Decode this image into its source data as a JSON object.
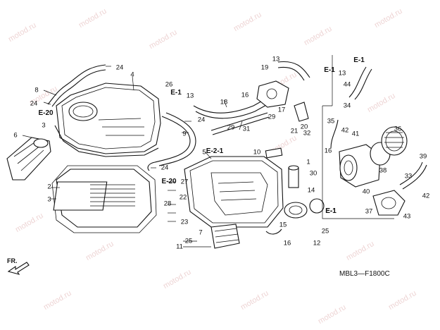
{
  "diagram_code": "MBL3—F1800C",
  "front_label": "FR.",
  "watermark": "motod.ru",
  "colors": {
    "line": "#111111",
    "background": "#ffffff",
    "watermark": "#d9a0a0"
  },
  "ref_labels": [
    "E-1",
    "E-1",
    "E-1",
    "E-1",
    "E-2-1",
    "E-20",
    "E-20",
    "E-1"
  ],
  "callouts": [
    "1",
    "2",
    "3",
    "3",
    "4",
    "5",
    "6",
    "7",
    "8",
    "9",
    "10",
    "11",
    "12",
    "13",
    "13",
    "13",
    "14",
    "15",
    "16",
    "16",
    "16",
    "17",
    "18",
    "19",
    "20",
    "21",
    "22",
    "23",
    "24",
    "24",
    "24",
    "24",
    "25",
    "25",
    "26",
    "27",
    "28",
    "29",
    "29",
    "30",
    "31",
    "32",
    "33",
    "34",
    "35",
    "36",
    "37",
    "38",
    "39",
    "40",
    "41",
    "42",
    "42",
    "43",
    "44"
  ]
}
